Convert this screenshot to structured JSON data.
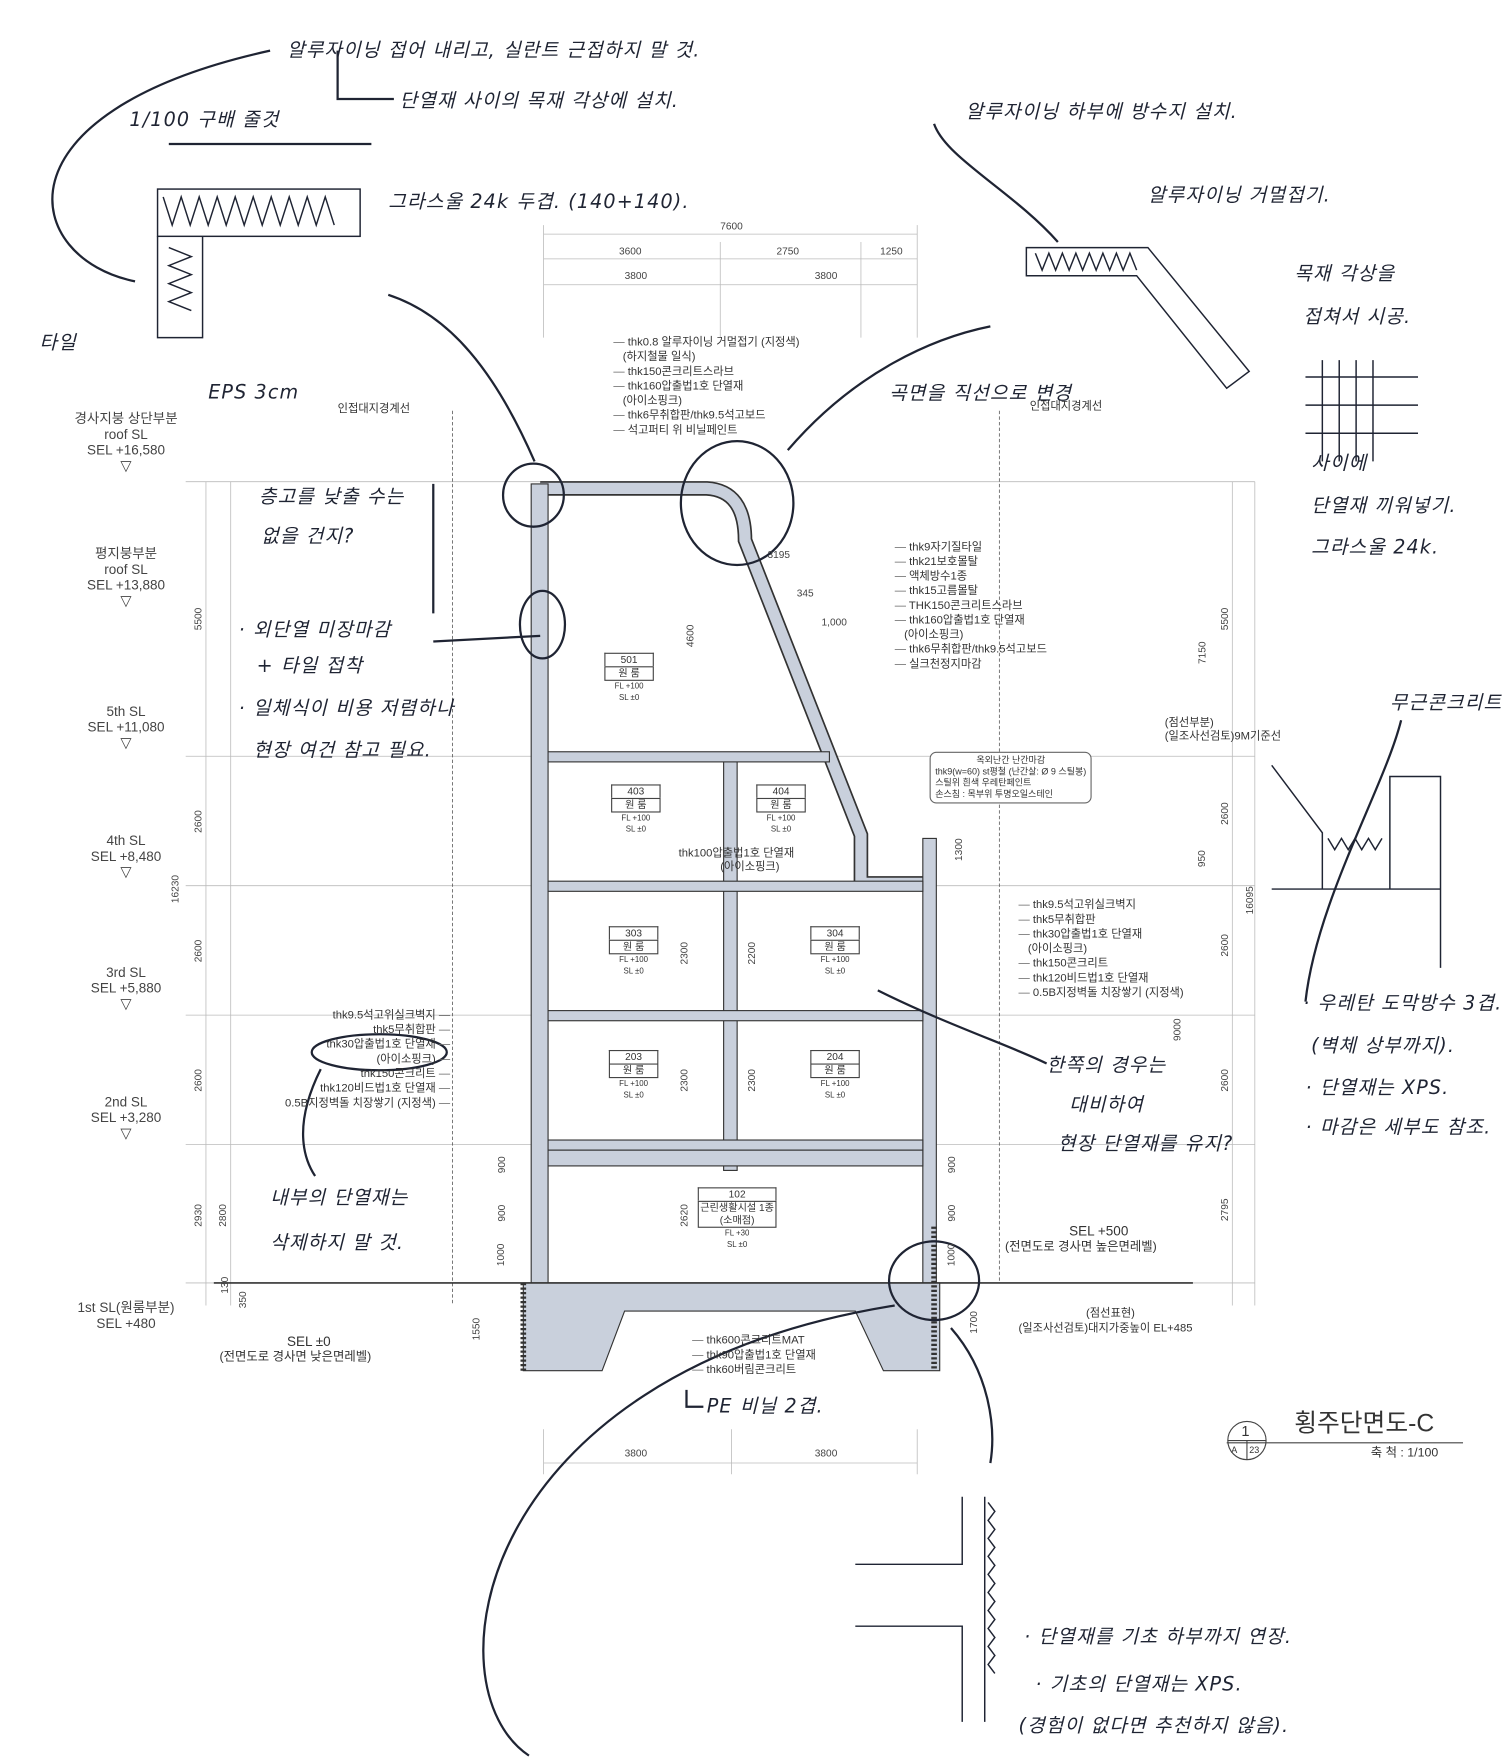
{
  "title_block": {
    "detail_no": "1",
    "sheet_prefix": "A",
    "sheet_no": "23",
    "title": "횡주단면도-C",
    "scale": "축 척 : 1/100"
  },
  "top_dims": {
    "overall": "7600",
    "row1": [
      "3600",
      "2750",
      "1250"
    ],
    "row2": [
      "3800",
      "3800"
    ]
  },
  "bottom_dims": [
    "3800",
    "3800"
  ],
  "levels": [
    {
      "name": "경사지붕 상단부분",
      "sub": "roof SL",
      "sel": "SEL +16,580"
    },
    {
      "name": "평지붕부분",
      "sub": "roof SL",
      "sel": "SEL +13,880"
    },
    {
      "name": "5th SL",
      "sel": "SEL +11,080"
    },
    {
      "name": "4th SL",
      "sel": "SEL +8,480"
    },
    {
      "name": "3rd SL",
      "sel": "SEL +5,880"
    },
    {
      "name": "2nd SL",
      "sel": "SEL +3,280"
    },
    {
      "name": "1st SL(원룸부분)",
      "sel": "SEL +480"
    }
  ],
  "dims": {
    "left": [
      "5500",
      "2600",
      "2600",
      "2600",
      "2930",
      "2800",
      "16230",
      "350",
      "130"
    ],
    "right": [
      "5500",
      "7150",
      "2600",
      "950",
      "1300",
      "16095",
      "2600",
      "9000",
      "2600",
      "2795",
      "900",
      "900",
      "1000",
      "1700"
    ],
    "inner": [
      "4600",
      "2300",
      "2200",
      "2300",
      "2300",
      "2620",
      "900",
      "900",
      "1000",
      "1550"
    ],
    "roof": [
      "3195",
      "345",
      "1,000"
    ]
  },
  "rooms": [
    {
      "no": "501",
      "name": "원 룸",
      "fl": "FL +100",
      "sl": "SL ±0"
    },
    {
      "no": "403",
      "name": "원 룸",
      "fl": "FL +100",
      "sl": "SL ±0"
    },
    {
      "no": "404",
      "name": "원 룸",
      "fl": "FL +100",
      "sl": "SL ±0"
    },
    {
      "no": "303",
      "name": "원 룸",
      "fl": "FL +100",
      "sl": "SL ±0"
    },
    {
      "no": "304",
      "name": "원 룸",
      "fl": "FL +100",
      "sl": "SL ±0"
    },
    {
      "no": "203",
      "name": "원 룸",
      "fl": "FL +100",
      "sl": "SL ±0"
    },
    {
      "no": "204",
      "name": "원 룸",
      "fl": "FL +100",
      "sl": "SL ±0"
    },
    {
      "no": "102",
      "name": "근린생활시설 1종(소매점)",
      "fl": "FL +30",
      "sl": "SL ±0"
    }
  ],
  "boundary_labels": {
    "left": "인접대지경계선",
    "right": "인접대지경계선"
  },
  "sel_high": {
    "value": "SEL +500",
    "desc": "(전면도로 경사면 높은면레벨)"
  },
  "sel_low": {
    "value": "SEL ±0",
    "desc": "(전면도로 경사면 낮은면레벨)"
  },
  "sunlight_low": {
    "line1": "(점선표현)",
    "line2": "(일조사선검토)대지가중높이 EL+485"
  },
  "sunlight_high": {
    "line1": "(점선부분)",
    "line2": "(일조사선검토)9M기준선"
  },
  "railing_box": [
    "옥외난간 난간마감",
    "thk9(w=60) st평철 (난간살: Ø 9 스틸봉)",
    "스틸위 흰색 우레탄페인트",
    "손스침 : 목부위 투명오일스테인"
  ],
  "specs": {
    "roof": [
      "thk0.8 알루자이닝 거멀접기 (지정색)",
      "(하지철물 일식)",
      "thk150콘크리트스라브",
      "thk160압출법1호 단열재",
      "(아이소핑크)",
      "thk6무취합판/thk9.5석고보드",
      "석고퍼티 위 비닐페인트"
    ],
    "terrace": [
      "thk9자기질타일",
      "thk21보호몰탈",
      "액체방수1종",
      "thk15고름몰탈",
      "THK150콘크리트스라브",
      "thk160압출법1호 단열재",
      "(아이소핑크)",
      "thk6무취합판/thk9.5석고보드",
      "실크천정지마감"
    ],
    "wall_right": [
      "thk9.5석고위실크벽지",
      "thk5무취합판",
      "thk30압출법1호 단열재",
      "(아이소핑크)",
      "thk150콘크리트",
      "thk120비드법1호 단열재",
      "0.5B지정벽돌 치장쌓기 (지정색)"
    ],
    "wall_left": [
      "thk9.5석고위실크벽지",
      "thk5무취합판",
      "thk30압출법1호 단열재",
      "(아이소핑크)",
      "thk150콘크리트",
      "thk120비드법1호 단열재",
      "0.5B지정벽돌 치장쌓기 (지정색)"
    ],
    "floor_insul": "thk100압출법1호 단열재",
    "floor_insul2": "(아이소핑크)",
    "foundation": [
      "thk600콘크리트MAT",
      "thk90압출법1호 단열재",
      "thk60버림콘크리트"
    ]
  },
  "handwritten_notes": {
    "n1": "알루자이닝 접어 내리고, 실란트 근접하지 말 것.",
    "n2": "단열재 사이의 목재 각상에 설치.",
    "n3": "1/100 구배 줄것",
    "n4": "그라스울 24k 두겹. (140+140).",
    "n5": "타일",
    "n6": "EPS 3cm",
    "n7": "알루자이닝 하부에 방수지 설치.",
    "n8": "알루자이닝 거멀접기.",
    "n9a": "목재 각상을",
    "n9b": "접쳐서 시공.",
    "n10": "곡면을 직선으로 변경",
    "n11a": "사이에",
    "n11b": "단열재 끼워넣기.",
    "n11c": "그라스울 24k.",
    "n12a": "층고를 낮출 수는",
    "n12b": "없을 건지?",
    "n13a": "· 외단열 미장마감",
    "n13b": "+ 타일 접착",
    "n14a": "· 일체식이 비용 저렴하나",
    "n14b": "현장 여건 참고 필요.",
    "n15": "무근콘크리트",
    "n16a": "· 우레탄 도막방수 3겹.",
    "n16b": "(벽체 상부까지).",
    "n16c": "· 단열재는 XPS.",
    "n16d": "· 마감은 세부도 참조.",
    "n17a": "한쪽의 경우는",
    "n17b": "대비하여",
    "n17c": "현장 단열재를 유지?",
    "n18a": "내부의 단열재는",
    "n18b": "삭제하지 말 것.",
    "n19": "PE 비닐 2겹.",
    "n20a": "· 단열재를 기초 하부까지 연장.",
    "n20b": "· 기초의 단열재는 XPS.",
    "n20c": "(경험이 없다면 추천하지 않음)."
  }
}
